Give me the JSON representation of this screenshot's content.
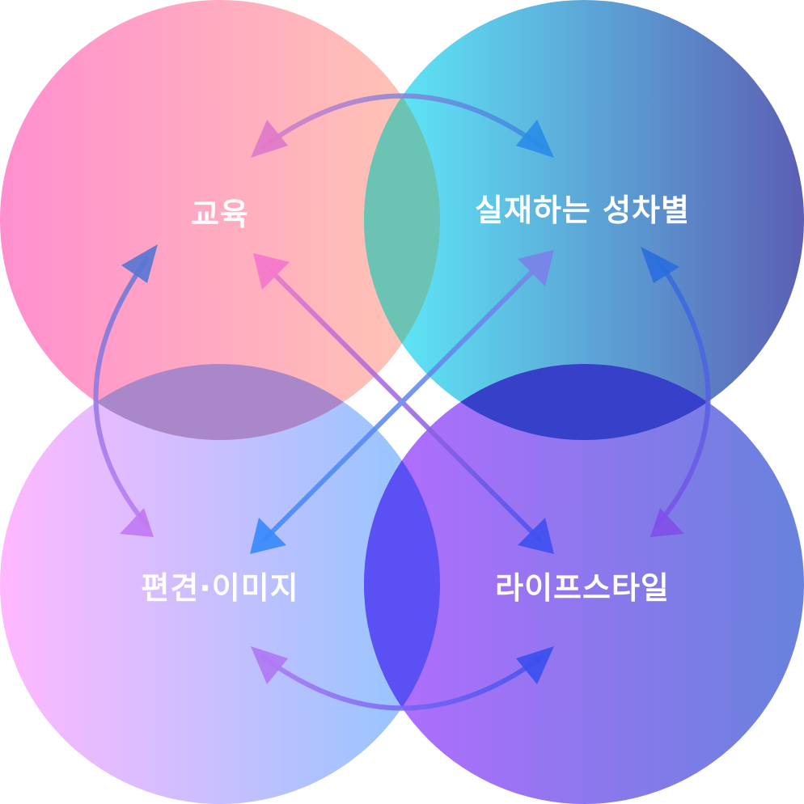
{
  "circles": [
    {
      "id": "top-left",
      "label": "교육",
      "gradient": [
        "#ff8fcf",
        "#ffc7b2"
      ]
    },
    {
      "id": "top-right",
      "label": "실재하는 성차별",
      "gradient": [
        "#5ef0fb",
        "#5b5fb4"
      ]
    },
    {
      "id": "bottom-left",
      "label": "편견·이미지",
      "gradient": [
        "#ffb8ff",
        "#8fc6ff"
      ]
    },
    {
      "id": "bottom-right",
      "label": "라이프스타일",
      "gradient": [
        "#b56cff",
        "#6882dd"
      ]
    }
  ],
  "overlap_colors": {
    "top-left_top-right": "#6bc3b4",
    "top-left_bottom-left": "#aa87c9",
    "top-right_bottom-right": "#3640c8",
    "bottom-left_bottom-right": "#5a50f4"
  },
  "arrows": {
    "top": {
      "color_start": "#e07ac9",
      "color_end": "#2a8ce6"
    },
    "left": {
      "color_start": "#5a76d2",
      "color_end": "#c07af3"
    },
    "right": {
      "color_start": "#2a6fde",
      "color_end": "#8050e8"
    },
    "bottom": {
      "color_start": "#b07af3",
      "color_end": "#3a4fef"
    },
    "diag_down": {
      "color_start": "#f477cb",
      "color_end": "#4050f0"
    },
    "diag_up": {
      "color_start": "#7a82e8",
      "color_end": "#3a8afc"
    }
  }
}
